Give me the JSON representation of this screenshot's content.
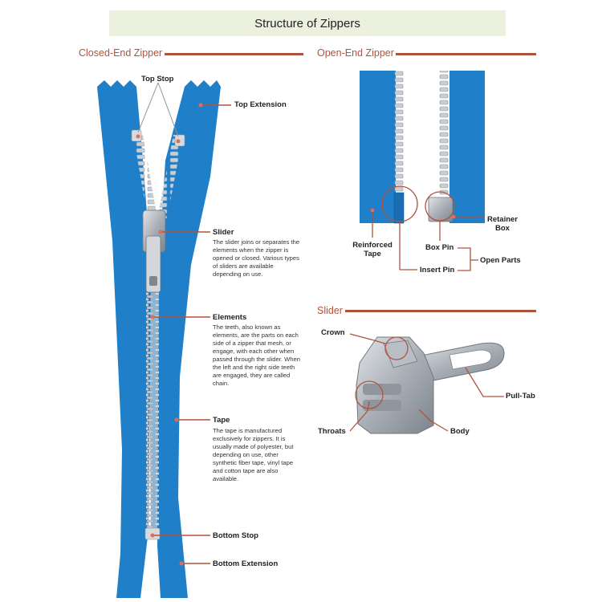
{
  "title": "Structure of Zippers",
  "sections": {
    "closed_end": "Closed-End Zipper",
    "open_end": "Open-End Zipper",
    "slider": "Slider"
  },
  "closed_end": {
    "top_stop": "Top Stop",
    "top_extension": "Top Extension",
    "slider": {
      "label": "Slider",
      "desc": "The slider joins or separates the elements when the zipper is opened or closed. Various types of sliders are available depending on use."
    },
    "elements": {
      "label": "Elements",
      "desc": "The teeth, also known as elements, are the parts on each side of a zipper that mesh, or engage, with each other when passed through the slider. When the left and the right side teeth are engaged, they are called chain."
    },
    "tape": {
      "label": "Tape",
      "desc": "The tape is manufactured exclusively for zippers. It is usually made of polyester, but depending on use, other synthetic fiber tape, vinyl tape and cotton tape are also available."
    },
    "bottom_stop": "Bottom Stop",
    "bottom_extension": "Bottom Extension"
  },
  "open_end": {
    "reinforced_tape": [
      "Reinforced",
      "Tape"
    ],
    "retainer_box": [
      "Retainer",
      "Box"
    ],
    "box_pin": "Box Pin",
    "insert_pin": "Insert Pin",
    "open_parts": "Open Parts"
  },
  "slider_parts": {
    "crown": "Crown",
    "pull_tab": "Pull-Tab",
    "throats": "Throats",
    "body": "Body"
  },
  "colors": {
    "tape": "#1f7fc9",
    "teeth": "#c9ced4",
    "accent": "#b0533d",
    "marker": "#e06c5a"
  }
}
